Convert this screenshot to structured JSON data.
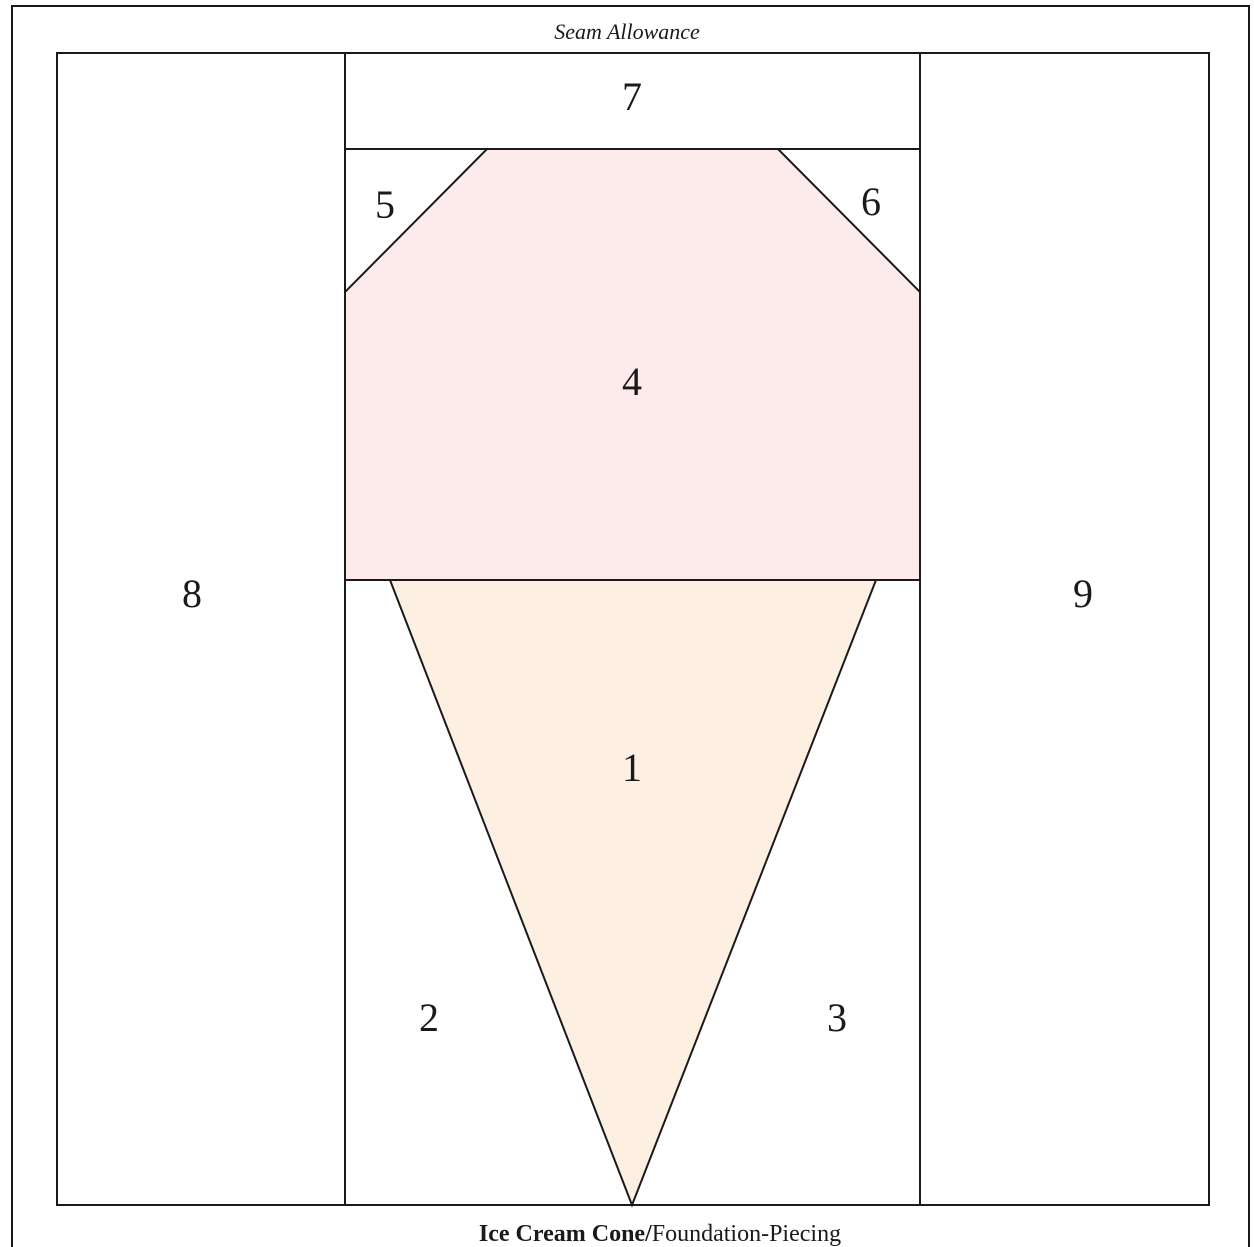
{
  "seam_allowance_label": "Seam Allowance",
  "title_bold": "Ice Cream Cone/",
  "title_rest": "Foundation-Piecing",
  "colors": {
    "scoop_fill": "#fdeaea",
    "cone_fill": "#fdefe2",
    "line": "#1a1a1a",
    "background": "#ffffff"
  },
  "pieces": [
    {
      "id": "1",
      "label": "1"
    },
    {
      "id": "2",
      "label": "2"
    },
    {
      "id": "3",
      "label": "3"
    },
    {
      "id": "4",
      "label": "4"
    },
    {
      "id": "5",
      "label": "5"
    },
    {
      "id": "6",
      "label": "6"
    },
    {
      "id": "7",
      "label": "7"
    },
    {
      "id": "8",
      "label": "8"
    },
    {
      "id": "9",
      "label": "9"
    }
  ]
}
